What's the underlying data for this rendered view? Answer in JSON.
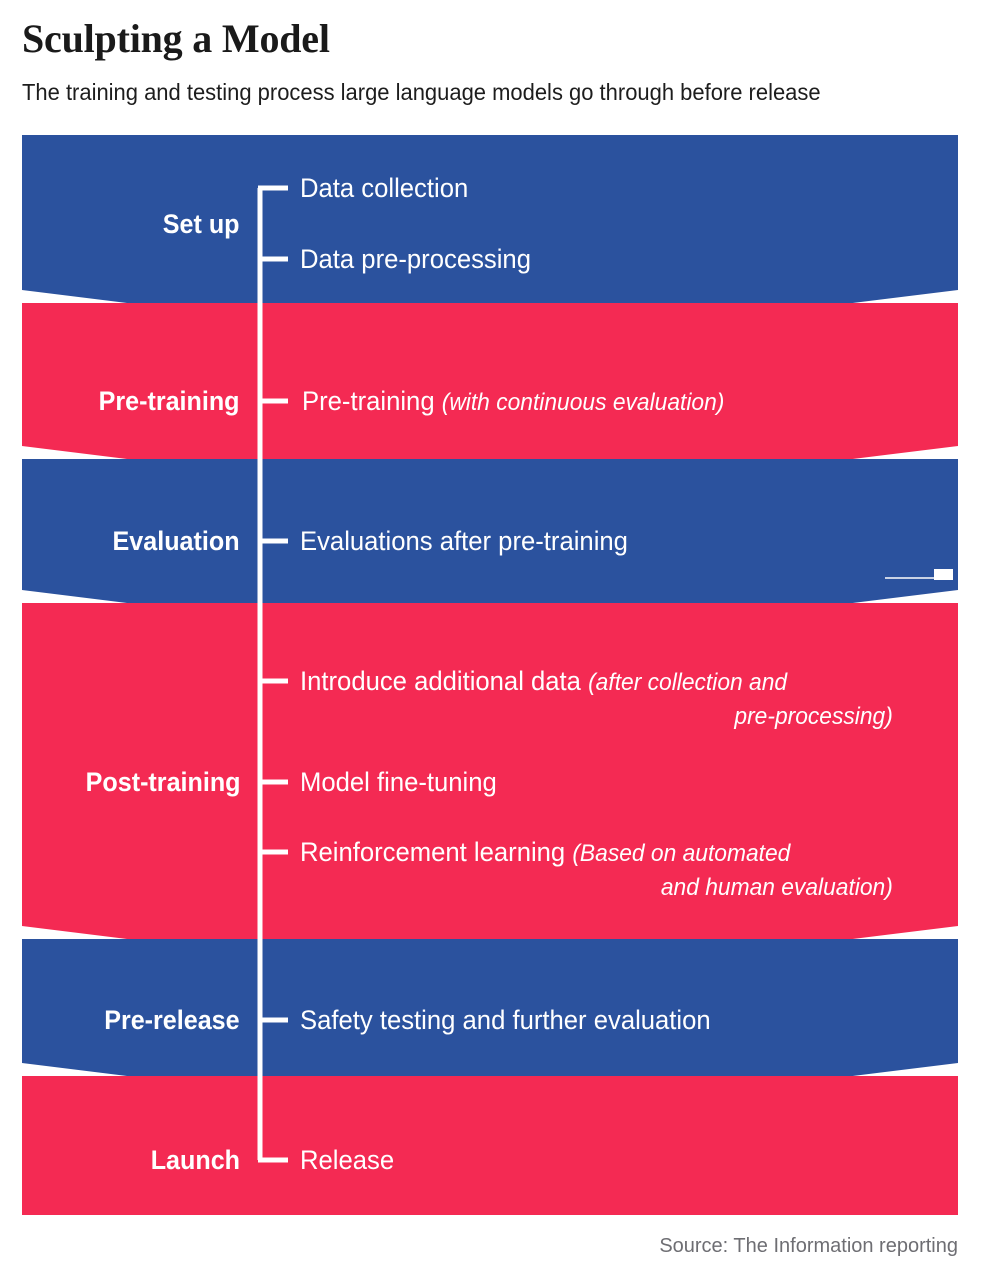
{
  "header": {
    "title": "Sculpting a Model",
    "subtitle": "The training and testing process large language models go through before release"
  },
  "footer": {
    "source": "Source: The Information reporting"
  },
  "colors": {
    "blue": "#2B529E",
    "red": "#F42A53",
    "background": "#FFFFFF",
    "text_on_band": "#FFFFFF",
    "title": "#1A1A1A",
    "source": "#6E6E73"
  },
  "chart_data": {
    "type": "diagram",
    "subtype": "chevron-flow",
    "title": "Sculpting a Model",
    "subtitle": "The training and testing process large language models go through before release",
    "source": "Source: The Information reporting",
    "orientation": "vertical",
    "stages": [
      {
        "label": "Set up",
        "color": "#2B529E",
        "color_name": "blue",
        "items": [
          {
            "text": "Data collection",
            "note": ""
          },
          {
            "text": "Data pre-processing",
            "note": ""
          }
        ]
      },
      {
        "label": "Pre-training",
        "color": "#F42A53",
        "color_name": "red",
        "items": [
          {
            "text": "Pre-training",
            "note": "(with continuous evaluation)"
          }
        ]
      },
      {
        "label": "Evaluation",
        "color": "#2B529E",
        "color_name": "blue",
        "items": [
          {
            "text": "Evaluations after pre-training",
            "note": ""
          }
        ]
      },
      {
        "label": "Post-training",
        "color": "#F42A53",
        "color_name": "red",
        "items": [
          {
            "text": "Introduce additional data",
            "note": "(after collection and",
            "note2": "pre-processing)"
          },
          {
            "text": "Model fine-tuning",
            "note": ""
          },
          {
            "text": "Reinforcement learning",
            "note": "(Based on automated",
            "note2": "and human evaluation)"
          }
        ]
      },
      {
        "label": "Pre-release",
        "color": "#2B529E",
        "color_name": "blue",
        "items": [
          {
            "text": "Safety testing and further evaluation",
            "note": ""
          }
        ]
      },
      {
        "label": "Launch",
        "color": "#F42A53",
        "color_name": "red",
        "items": [
          {
            "text": "Release",
            "note": ""
          }
        ]
      }
    ]
  },
  "bands": {
    "b0": {
      "stage": "Set up",
      "item0": "Data collection",
      "item1": "Data pre-processing"
    },
    "b1": {
      "stage": "Pre-training",
      "item0": "Pre-training",
      "note0": "(with continuous evaluation)"
    },
    "b2": {
      "stage": "Evaluation",
      "item0": "Evaluations after pre-training"
    },
    "b3": {
      "stage": "Post-training",
      "item0": "Introduce additional data",
      "note0": "(after collection and",
      "note0b": "pre-processing)",
      "item1": "Model fine-tuning",
      "item2": "Reinforcement learning",
      "note2": "(Based on automated",
      "note2b": "and human evaluation)"
    },
    "b4": {
      "stage": "Pre-release",
      "item0": "Safety testing and further evaluation"
    },
    "b5": {
      "stage": "Launch",
      "item0": "Release"
    }
  }
}
